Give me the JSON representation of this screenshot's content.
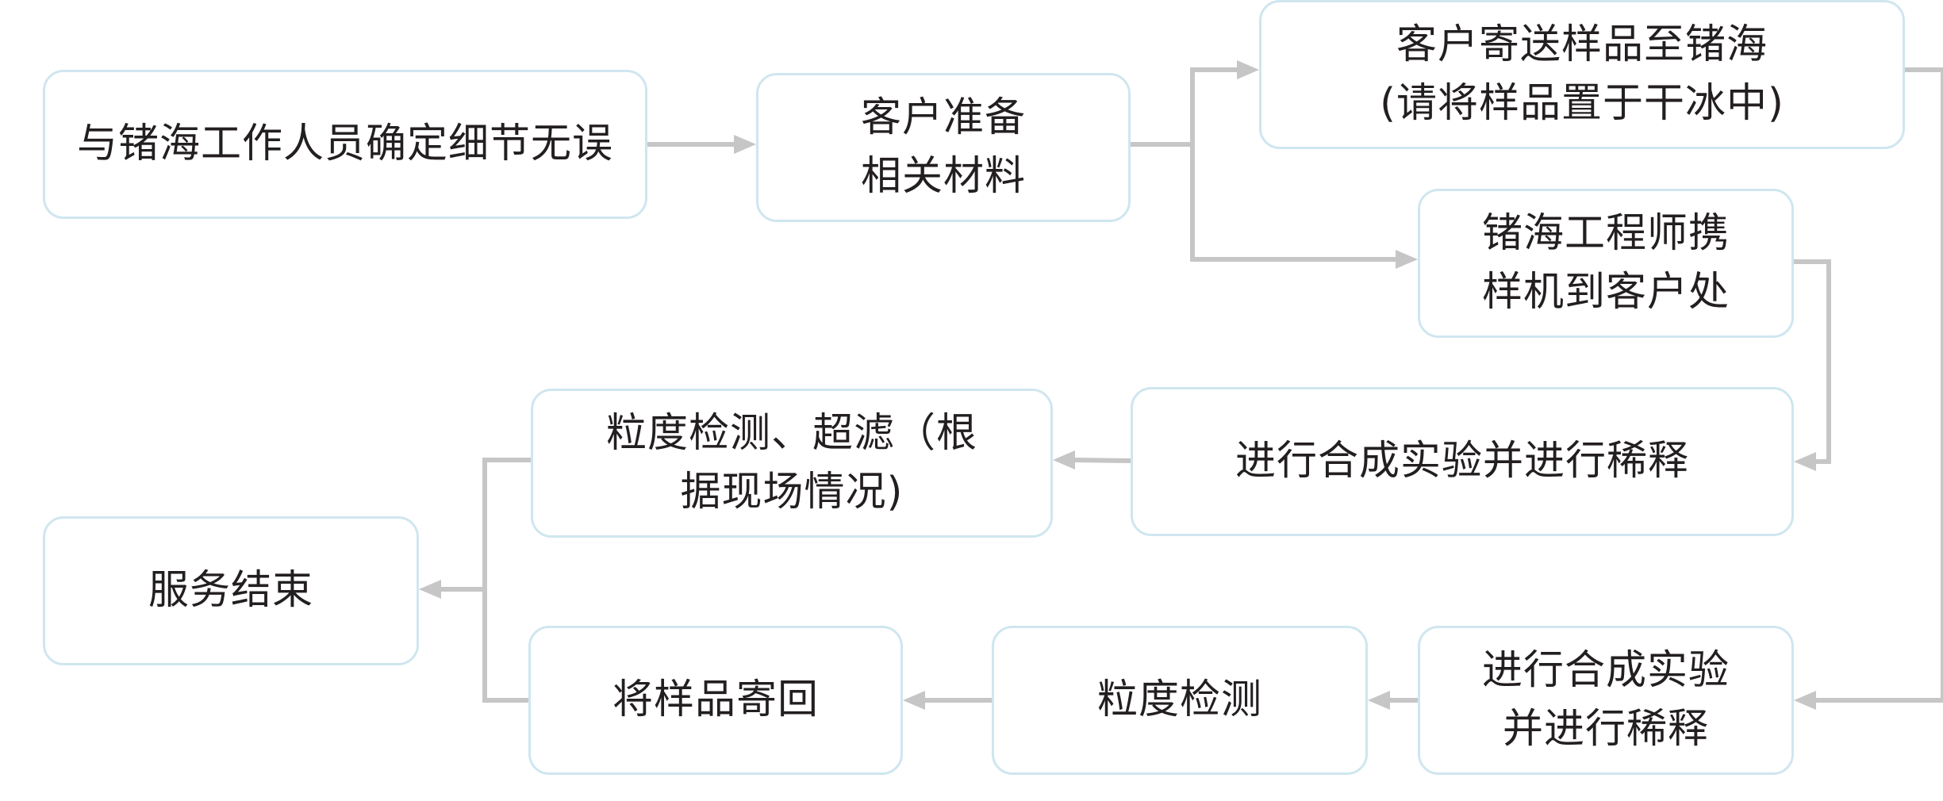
{
  "diagram": {
    "type": "flowchart",
    "colors": {
      "node_border": "#cfe6ef",
      "node_fill": "#ffffff",
      "connector": "#c6c6c6",
      "text": "#231f20"
    },
    "nodes": {
      "confirm": {
        "label": "与锗海工作人员确定细节无误"
      },
      "prepare": {
        "label": "客户准备\n相关材料"
      },
      "send": {
        "label": "客户寄送样品至锗海\n(请将样品置于干冰中)"
      },
      "engineer": {
        "label": "锗海工程师携\n样机到客户处"
      },
      "synth1": {
        "label": "进行合成实验并进行稀释"
      },
      "sizefilt": {
        "label": "粒度检测、超滤（根\n据现场情况)"
      },
      "end": {
        "label": "服务结束"
      },
      "return": {
        "label": "将样品寄回"
      },
      "size": {
        "label": "粒度检测"
      },
      "synth2": {
        "label": "进行合成实验\n并进行稀释"
      }
    },
    "edges": [
      {
        "from": "confirm",
        "to": "prepare"
      },
      {
        "from": "prepare",
        "to": "send"
      },
      {
        "from": "prepare",
        "to": "engineer"
      },
      {
        "from": "engineer",
        "to": "synth1"
      },
      {
        "from": "send",
        "to": "synth2"
      },
      {
        "from": "synth1",
        "to": "sizefilt"
      },
      {
        "from": "synth2",
        "to": "size"
      },
      {
        "from": "size",
        "to": "return"
      },
      {
        "from": "sizefilt",
        "to": "end"
      },
      {
        "from": "return",
        "to": "end"
      }
    ]
  }
}
